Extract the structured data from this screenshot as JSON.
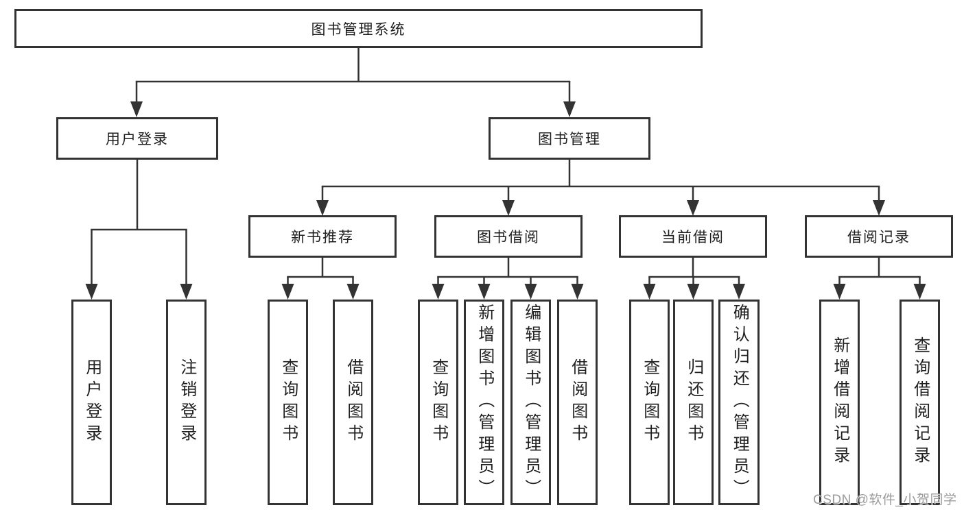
{
  "colors": {
    "line": "#333333",
    "text": "#1f1f1f",
    "background": "#ffffff",
    "watermark": "#9b9b9b"
  },
  "tree": {
    "root": {
      "label": "图书管理系统"
    },
    "user_login": {
      "label": "用户登录",
      "children": [
        {
          "label": "用户登录"
        },
        {
          "label": "注销登录"
        }
      ]
    },
    "book_management": {
      "label": "图书管理",
      "sections": {
        "new_book_recommend": {
          "label": "新书推荐",
          "children": [
            {
              "label": "查询图书"
            },
            {
              "label": "借阅图书"
            }
          ]
        },
        "book_borrowing": {
          "label": "图书借阅",
          "children": [
            {
              "label": "查询图书"
            },
            {
              "label": "新增图书（管理员）"
            },
            {
              "label": "编辑图书（管理员）"
            },
            {
              "label": "借阅图书"
            }
          ]
        },
        "current_borrowing": {
          "label": "当前借阅",
          "children": [
            {
              "label": "查询图书"
            },
            {
              "label": "归还图书"
            },
            {
              "label": "确认归还（管理员）"
            }
          ]
        },
        "borrowing_records": {
          "label": "借阅记录",
          "children": [
            {
              "label": "新增借阅记录"
            },
            {
              "label": "查询借阅记录"
            }
          ]
        }
      }
    }
  },
  "watermark": {
    "text": "CSDN @软件_小贺同学"
  }
}
